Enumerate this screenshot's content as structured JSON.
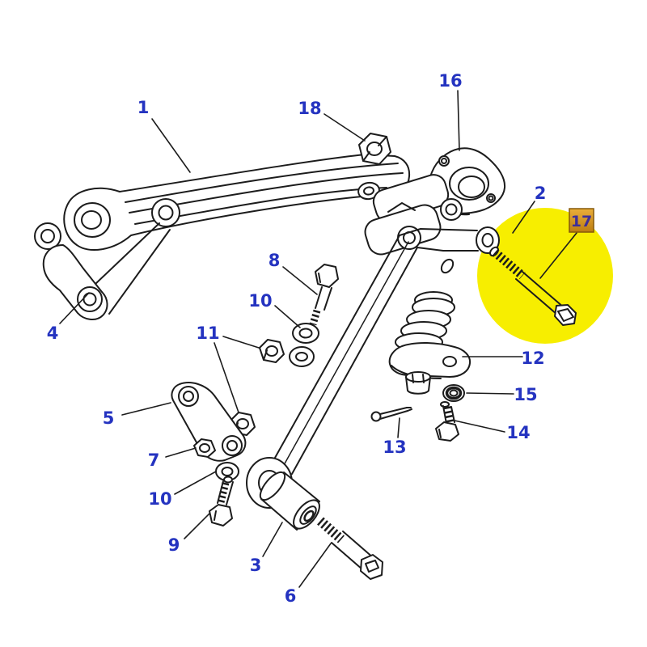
{
  "background": "#ffffff",
  "line_color": "#1c1c1c",
  "label_color": "#2433c0",
  "highlight": {
    "circle_color": "#f7ee00",
    "box_bg_top": "#eaae3a",
    "box_bg_bottom": "#bc7d12",
    "box_border": "#86590a",
    "text_color": "#3d2e99",
    "highlighted_part": "17"
  },
  "labels": {
    "p1": "1",
    "p2": "2",
    "p3": "3",
    "p4": "4",
    "p5": "5",
    "p6": "6",
    "p7": "7",
    "p8": "8",
    "p9": "9",
    "p10a": "10",
    "p10b": "10",
    "p11": "11",
    "p12": "12",
    "p13": "13",
    "p14": "14",
    "p15": "15",
    "p16": "16",
    "p17": "17",
    "p18": "18"
  }
}
